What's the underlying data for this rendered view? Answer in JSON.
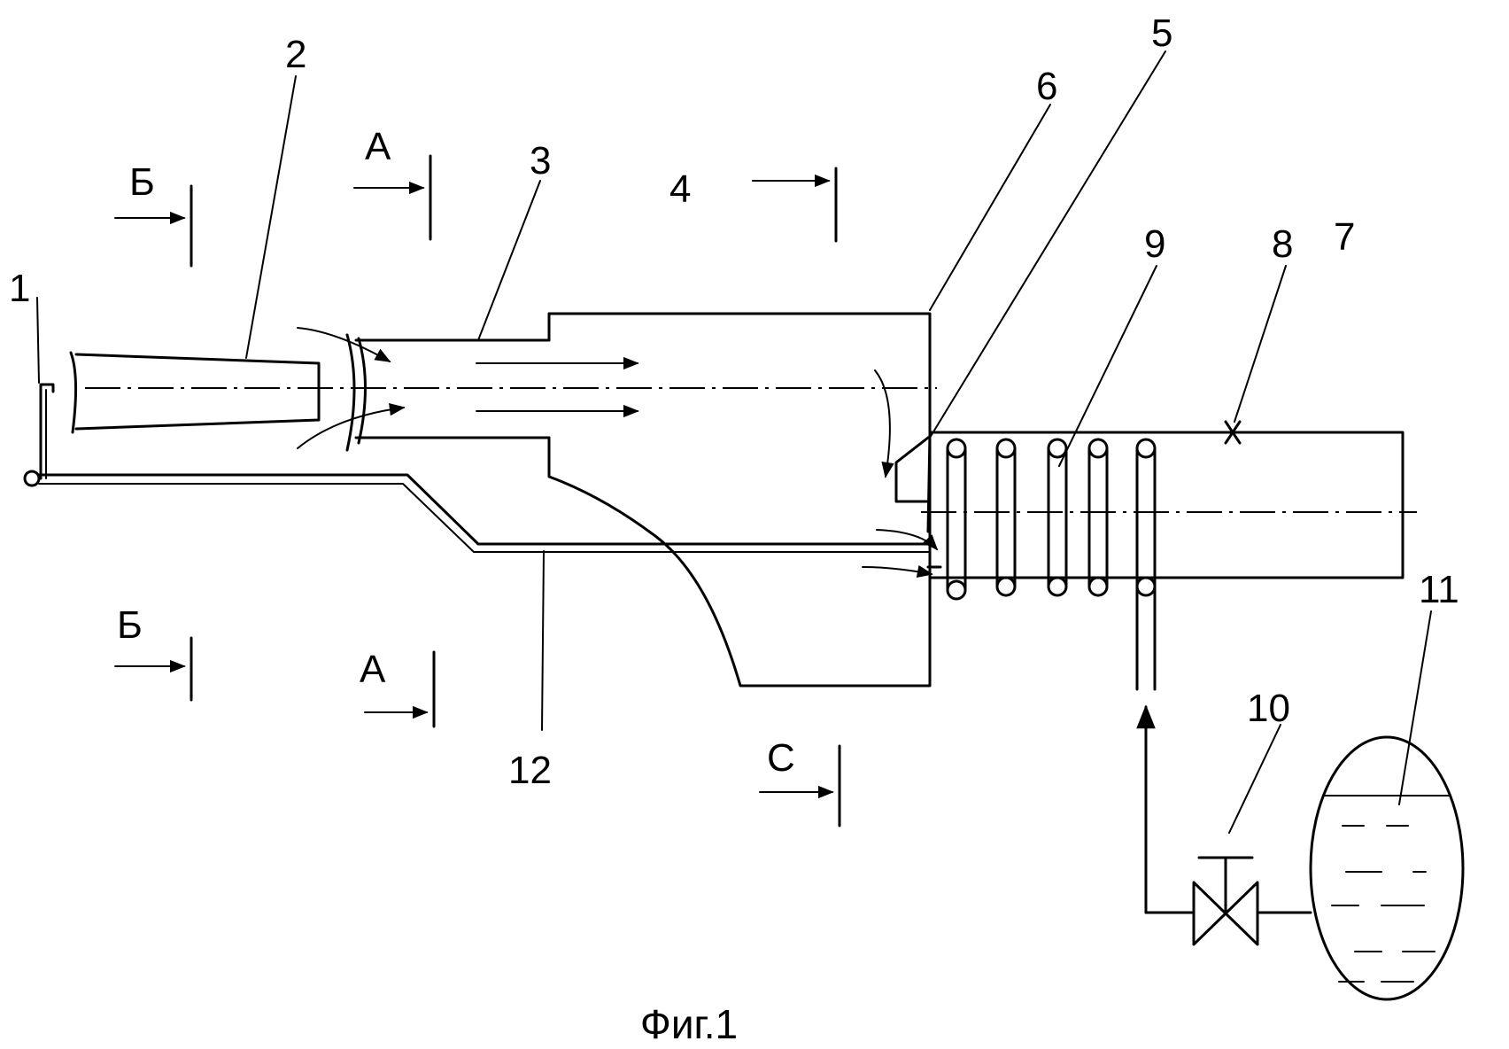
{
  "figure": {
    "caption": "Фиг.1",
    "part_labels": [
      "1",
      "2",
      "3",
      "4",
      "5",
      "6",
      "7",
      "8",
      "9",
      "10",
      "11",
      "12"
    ],
    "section_labels": {
      "b_top": "Б",
      "b_bottom": "Б",
      "a_top": "А",
      "a_bottom": "А",
      "c": "С"
    }
  }
}
